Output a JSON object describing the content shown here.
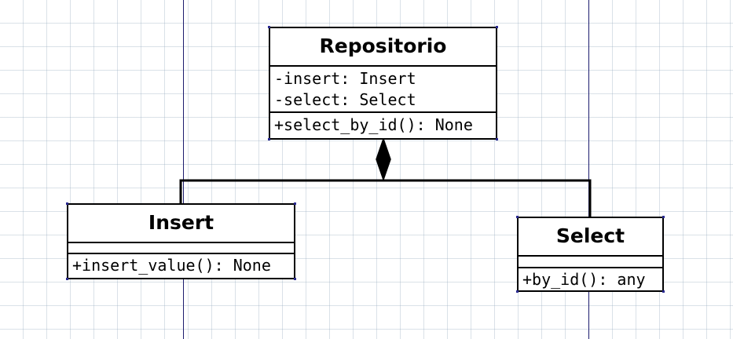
{
  "classes": {
    "repositorio": {
      "name": "Repositorio",
      "attributes": [
        "-insert: Insert",
        "-select: Select"
      ],
      "methods": [
        "+select_by_id(): None"
      ]
    },
    "insert": {
      "name": "Insert",
      "attributes": [],
      "methods": [
        "+insert_value(): None"
      ]
    },
    "select": {
      "name": "Select",
      "attributes": [],
      "methods": [
        "+by_id(): any"
      ]
    }
  },
  "relationships": [
    {
      "type": "composition",
      "whole": "Repositorio",
      "part": "Insert"
    },
    {
      "type": "composition",
      "whole": "Repositorio",
      "part": "Select"
    }
  ],
  "colors": {
    "stroke": "#000000",
    "guide_line": "#1c1c6e",
    "grid": "#aab4c8",
    "background": "#ffffff"
  }
}
